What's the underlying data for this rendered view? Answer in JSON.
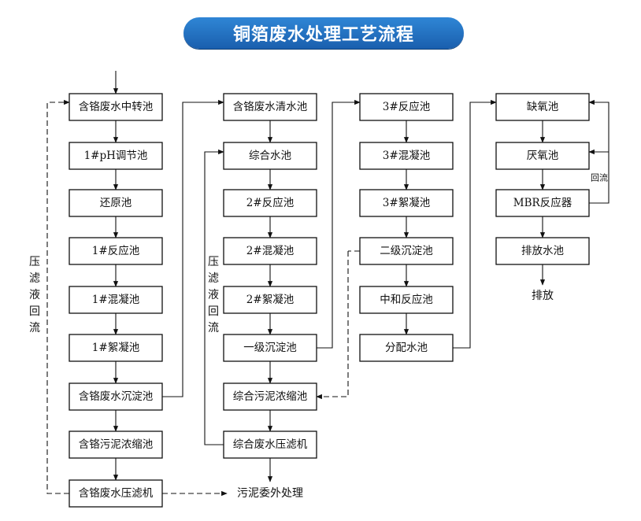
{
  "title": "铜箔废水处理工艺流程",
  "column1": [
    "含铬废水中转池",
    "1#pH调节池",
    "还原池",
    "1#反应池",
    "1#混凝池",
    "1#絮凝池",
    "含铬废水沉淀池",
    "含铬污泥浓缩池",
    "含铬废水压滤机"
  ],
  "column2": [
    "含铬废水清水池",
    "综合水池",
    "2#反应池",
    "2#混凝池",
    "2#絮凝池",
    "一级沉淀池",
    "综合污泥浓缩池",
    "综合废水压滤机"
  ],
  "column3": [
    "3#反应池",
    "3#混凝池",
    "3#絮凝池",
    "二级沉淀池",
    "中和反应池",
    "分配水池"
  ],
  "column4": [
    "缺氧池",
    "厌氧池",
    "MBR反应器",
    "排放水池"
  ],
  "outputs": {
    "sludge_disposal": "污泥委外处理",
    "discharge": "排放"
  },
  "labels": {
    "filtrate_return_left": "压滤液回流",
    "filtrate_return_mid": "压滤液回流",
    "reflux": "回流"
  }
}
